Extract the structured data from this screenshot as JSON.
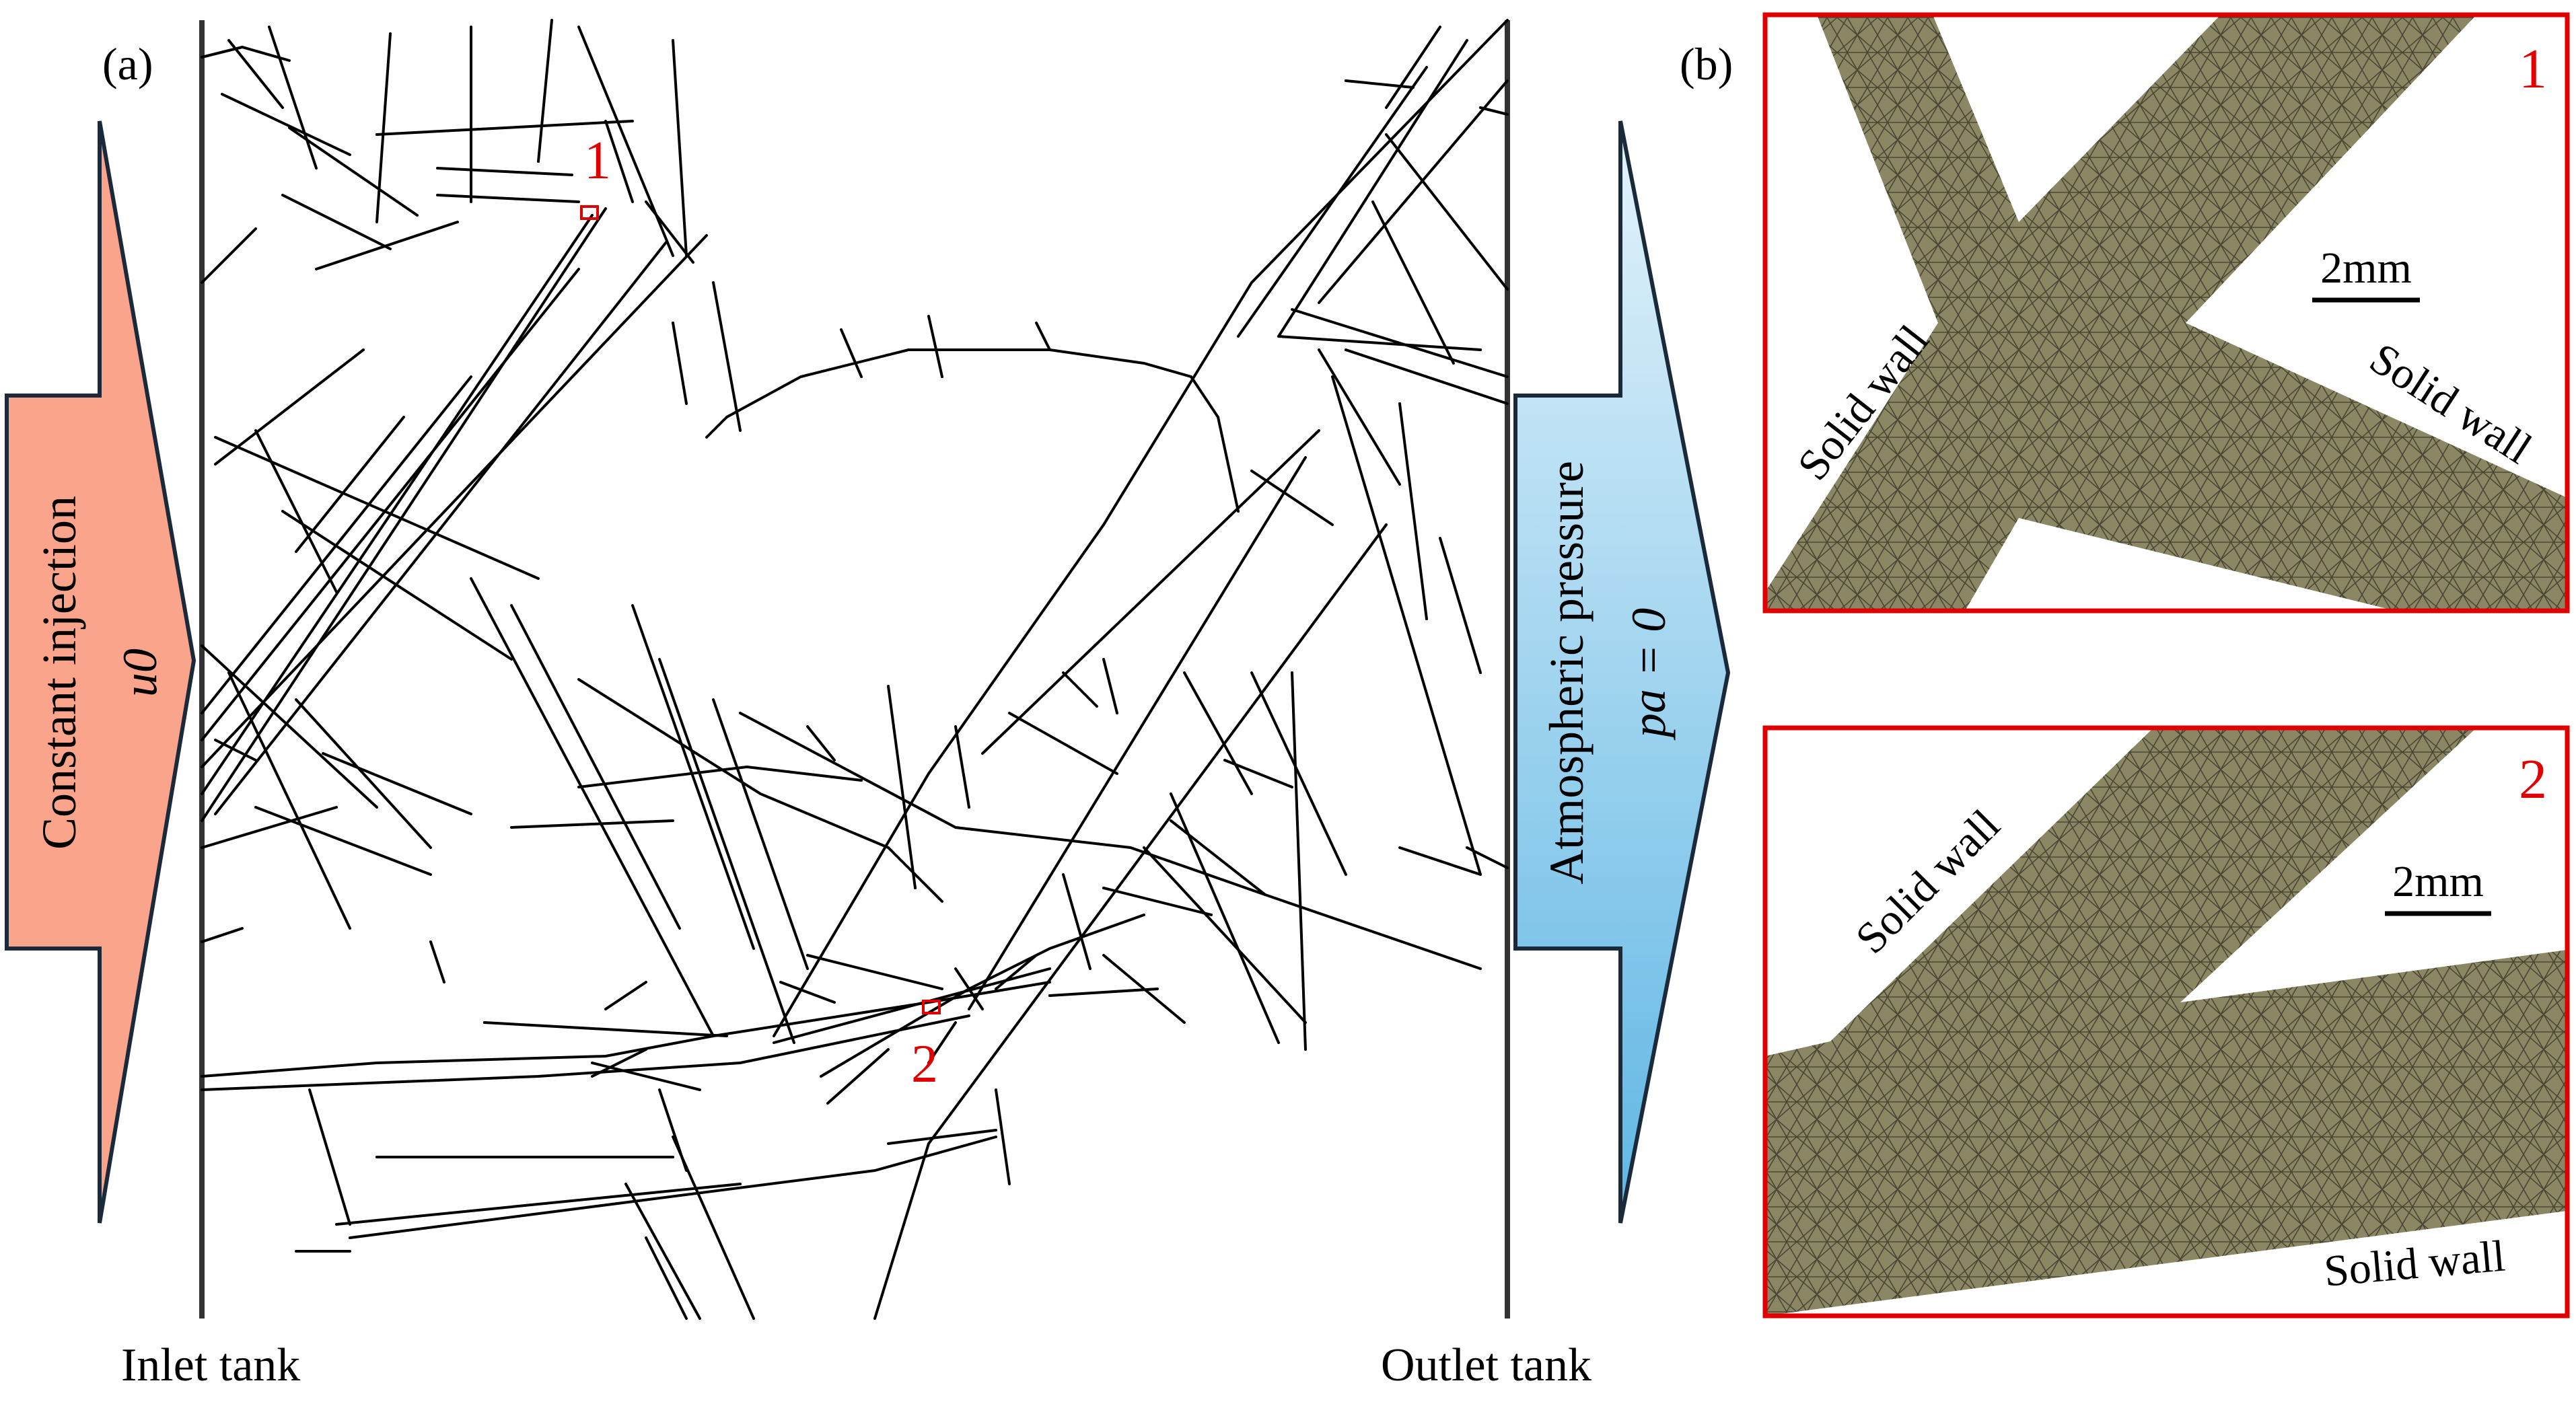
{
  "panel_a": {
    "label": "(a)",
    "left_arrow": {
      "line1": "Constant injection",
      "line2": "u0",
      "color": "#f9a48b"
    },
    "right_arrow": {
      "line1": "Atmospheric pressure",
      "line2": "pa = 0",
      "color": "#6fbde6"
    },
    "inlet_label": "Inlet tank",
    "outlet_label": "Outlet tank",
    "marker_1": "1",
    "marker_2": "2"
  },
  "panel_b": {
    "label": "(b)",
    "mesh_color": "#8b8663",
    "frame_color": "#e00000",
    "inset_1": {
      "number": "1",
      "scale": "2mm",
      "wall_left": "Solid wall",
      "wall_right": "Solid wall"
    },
    "inset_2": {
      "number": "2",
      "scale": "2mm",
      "wall_top": "Solid wall",
      "wall_bottom": "Solid wall"
    }
  }
}
